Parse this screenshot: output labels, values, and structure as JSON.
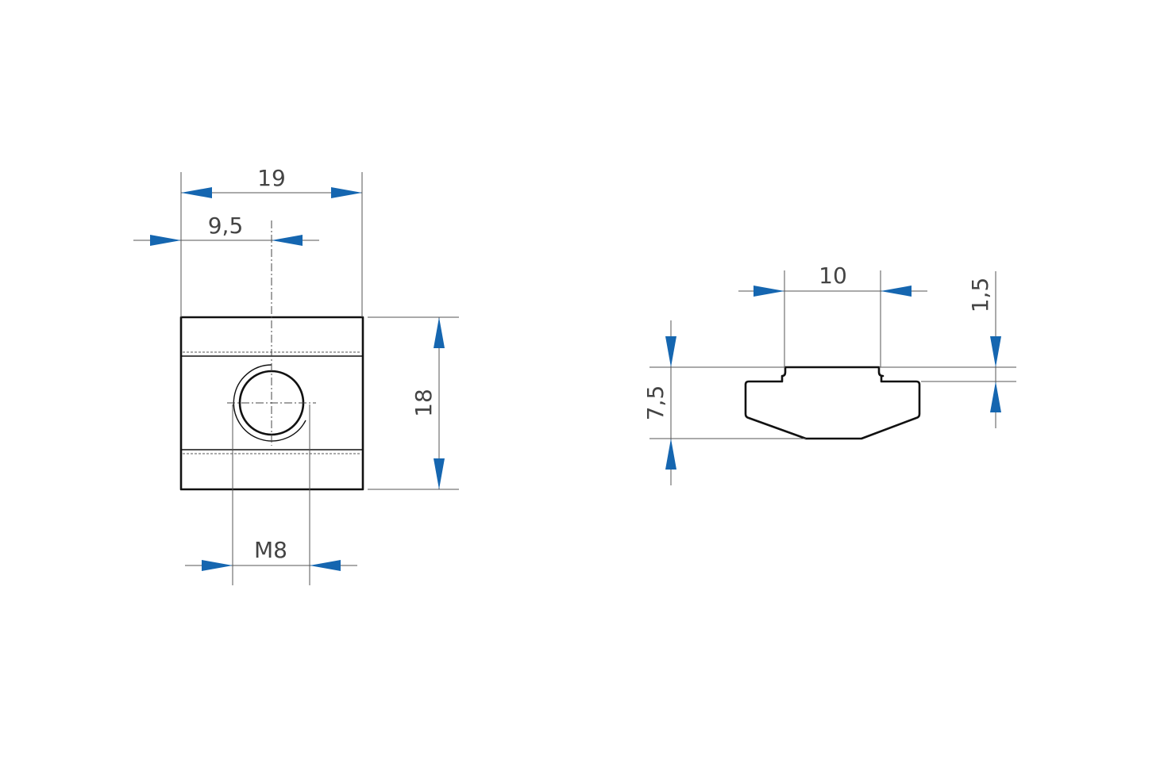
{
  "colors": {
    "arrow": "#1566b0",
    "line": "#111111",
    "dim_line": "#555555",
    "text": "#444444",
    "background": "#ffffff"
  },
  "dimensions": {
    "overall_width": "19",
    "hole_center": "9,5",
    "thread": "M8",
    "height": "18",
    "top_width": "10",
    "lip": "1,5",
    "depth": "7,5"
  }
}
